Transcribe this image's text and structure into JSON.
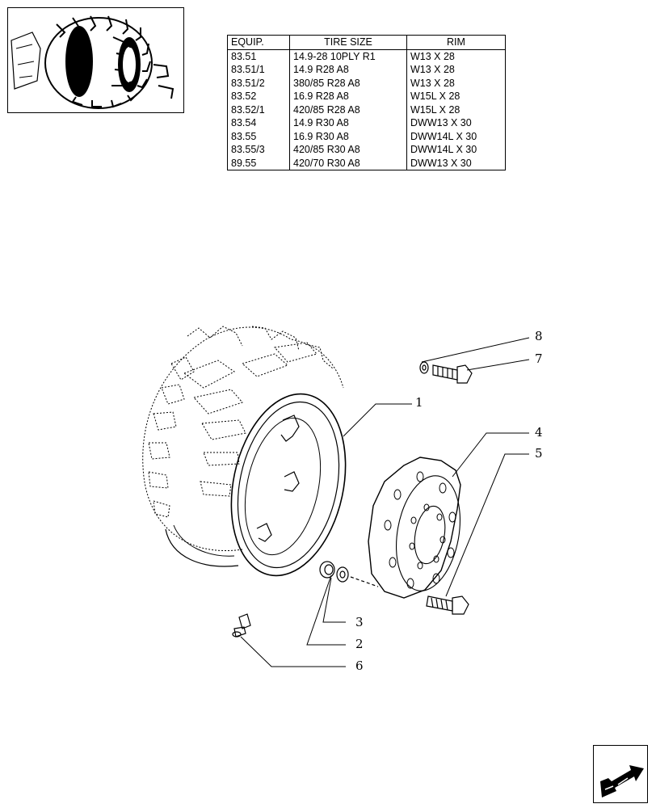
{
  "table": {
    "headers": [
      "EQUIP.",
      "TIRE SIZE",
      "RIM"
    ],
    "rows": [
      [
        "83.51",
        "14.9-28 10PLY R1",
        "W13 X 28"
      ],
      [
        "83.51/1",
        "14.9 R28 A8",
        "W13 X 28"
      ],
      [
        "83.51/2",
        "380/85 R28 A8",
        "W13 X 28"
      ],
      [
        "83.52",
        "16.9 R28 A8",
        "W15L X 28"
      ],
      [
        "83.52/1",
        "420/85 R28 A8",
        "W15L X 28"
      ],
      [
        "83.54",
        "14.9 R30 A8",
        "DWW13 X 30"
      ],
      [
        "83.55",
        "16.9 R30 A8",
        "DWW14L X 30"
      ],
      [
        "83.55/3",
        "420/85 R30 A8",
        "DWW14L X 30"
      ],
      [
        "89.55",
        "420/70 R30 A8",
        "DWW13 X 30"
      ]
    ]
  },
  "callouts": {
    "c1": "1",
    "c2": "2",
    "c3": "3",
    "c4": "4",
    "c5": "5",
    "c6": "6",
    "c7": "7",
    "c8": "8"
  },
  "icons": {
    "thumbnail": "tire-pair-thumbnail-icon",
    "nav": "next-page-arrow-icon"
  }
}
